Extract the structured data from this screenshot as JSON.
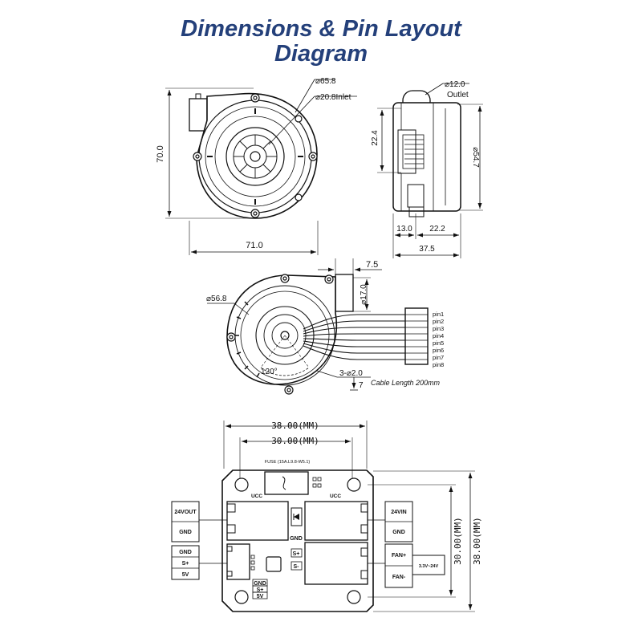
{
  "title": {
    "line1": "Dimensions & Pin Layout",
    "line2": "Diagram"
  },
  "front_view": {
    "dia_outer": "⌀65.8",
    "dia_inlet": "⌀20.8Inlet",
    "height": "70.0",
    "width": "71.0"
  },
  "side_view": {
    "outlet_dia": "⌀12.0",
    "outlet_label": "Outlet",
    "outlet_height": "22.4",
    "body_dia": "⌀54.7",
    "dim_a": "13.0",
    "dim_b": "22.2",
    "total": "37.5"
  },
  "rear_view": {
    "dim_top": "7.5",
    "outlet_dia": "⌀17.0",
    "body_dia": "⌀56.8",
    "angle": "120°",
    "holes": "3-⌀2.0",
    "depth": "7",
    "cable": "Cable Length 200mm",
    "pins": [
      "pin1",
      "pin2",
      "pin3",
      "pin4",
      "pin5",
      "pin6",
      "pin7",
      "pin8"
    ]
  },
  "pcb": {
    "width_outer": "38.00(MM)",
    "width_inner": "30.00(MM)",
    "height_inner": "30.00(MM)",
    "height_outer": "38.00(MM)",
    "fuse": "FUSE (15A.L9.8-W5.1)",
    "ucc_left": "UCC",
    "ucc_right": "UCC",
    "gnd_mid": "GND",
    "s_plus": "S+",
    "s_minus": "S-",
    "bottom_pins": [
      "GND",
      "S+",
      "5V"
    ],
    "left_top": [
      "24VOUT",
      "GND"
    ],
    "left_bottom": [
      "GND",
      "S+",
      "5V"
    ],
    "right_top": [
      "24VIN",
      "GND"
    ],
    "right_bottom": [
      "FAN+",
      "FAN-"
    ],
    "voltage": "3.3V~24V"
  }
}
